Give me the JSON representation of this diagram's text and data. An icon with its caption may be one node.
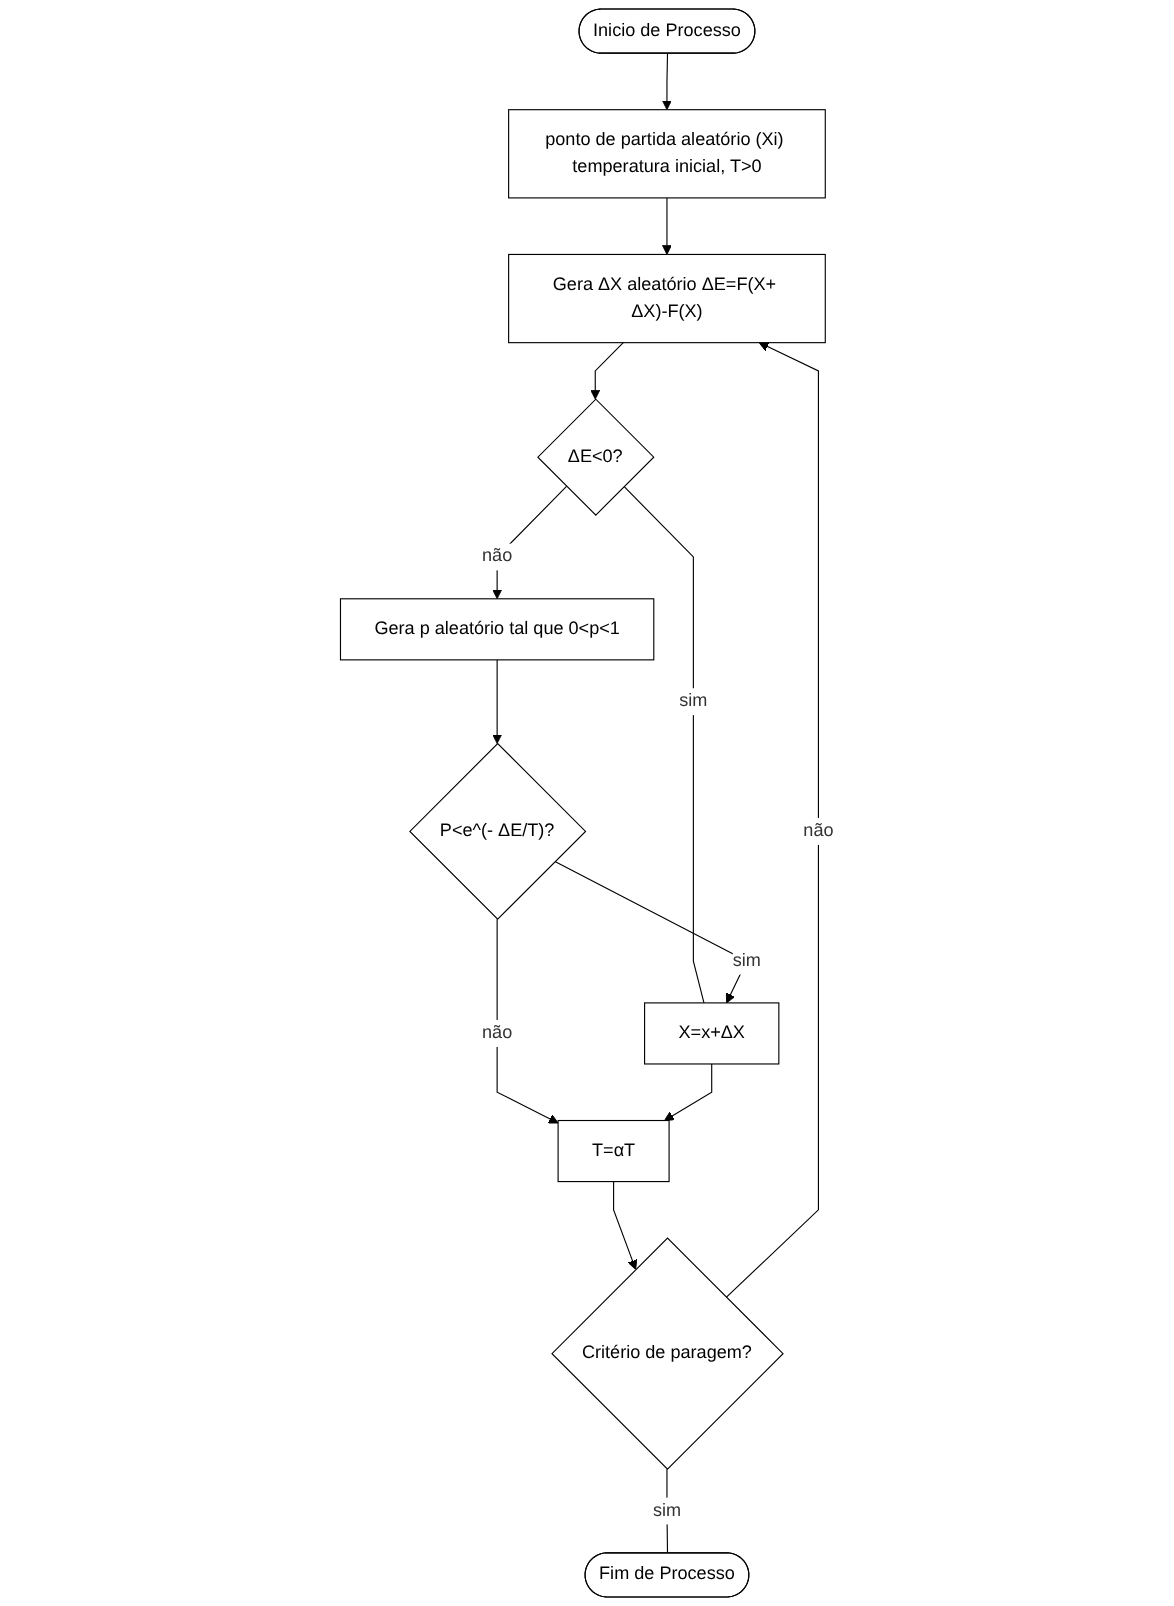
{
  "diagram": {
    "nodes": [
      {
        "text": [
          "Inicio de Processo"
        ]
      },
      {
        "text": [
          "ponto de partida aleatório (Xi) temperatura inicial, T>0"
        ]
      },
      {
        "text": [
          "Gera ΔX aleatório ΔE=F(X+ ΔX)-F(X)"
        ]
      },
      {
        "text": [
          "ΔE<0?"
        ]
      },
      {
        "text": [
          "Gera p aleatório tal que 0<p<1"
        ]
      },
      {
        "text": [
          "P<e^(- ΔE/T)?"
        ]
      },
      {
        "text": [
          "X=x+ΔX"
        ]
      },
      {
        "text": [
          "T=αT"
        ]
      },
      {
        "text": [
          "Critério de paragem?"
        ]
      },
      {
        "text": [
          "Fim de Processo"
        ]
      }
    ],
    "edges": [
      {
        "from": 0,
        "to": 1,
        "arrow": "to"
      },
      {
        "from": 1,
        "to": 2,
        "arrow": "to"
      },
      {
        "from": 2,
        "to": 3,
        "arrow": "to"
      },
      {
        "from": 3,
        "to": 4,
        "arrow": "to",
        "label": "não"
      },
      {
        "from": 3,
        "to": 6,
        "arrow": "none",
        "label": "sim"
      },
      {
        "from": 4,
        "to": 5,
        "arrow": "to"
      },
      {
        "from": 5,
        "to": 6,
        "arrow": "to",
        "label": "sim"
      },
      {
        "from": 5,
        "to": 7,
        "arrow": "to",
        "label": "não"
      },
      {
        "from": 6,
        "to": 7,
        "arrow": "to"
      },
      {
        "from": 7,
        "to": 8,
        "arrow": "to"
      },
      {
        "from": 8,
        "to": 2,
        "arrow": "to",
        "label": "não"
      },
      {
        "from": 8,
        "to": 9,
        "arrow": "none",
        "label": "sim"
      }
    ]
  }
}
